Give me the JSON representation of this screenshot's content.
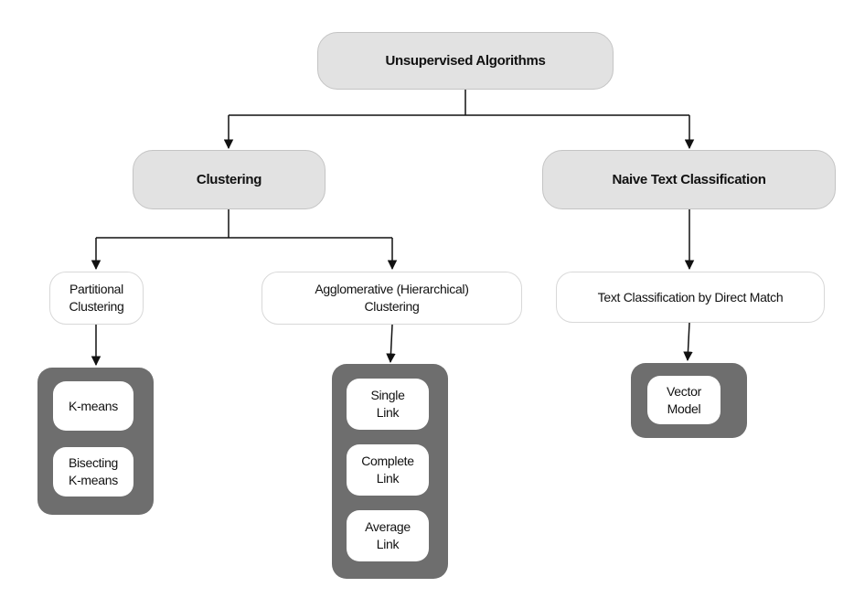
{
  "nodes": {
    "root": "Unsupervised Algorithms",
    "clustering": "Clustering",
    "naive": "Naive Text Classification",
    "partitional": "Partitional\nClustering",
    "agglomerative": "Agglomerative (Hierarchical)\nClustering",
    "direct_match": "Text Classification by Direct Match"
  },
  "groups": {
    "partitional": [
      "K-means",
      "Bisecting\nK-means"
    ],
    "agglomerative": [
      "Single\nLink",
      "Complete\nLink",
      "Average\nLink"
    ],
    "direct_match": [
      "Vector\nModel"
    ]
  },
  "colors": {
    "root_fill": "#e2e2e2",
    "group_fill": "#6e6e6e",
    "edge": "#111111"
  }
}
